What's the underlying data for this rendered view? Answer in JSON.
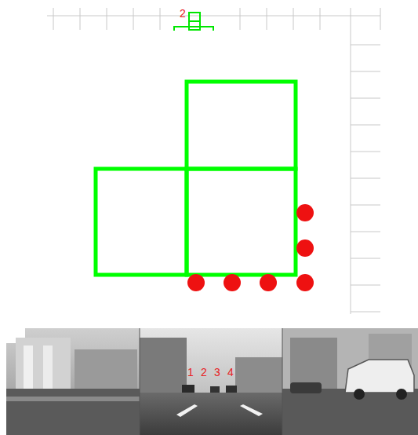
{
  "diagram": {
    "labels": [
      "2",
      "1",
      "2",
      "3",
      "4"
    ]
  }
}
